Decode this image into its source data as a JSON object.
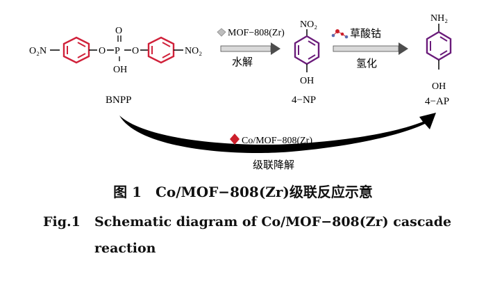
{
  "scheme": {
    "bnpp": {
      "no2_left": "O₂N",
      "o_left": "O",
      "p": "P",
      "o_top": "O",
      "o_right": "O",
      "oh": "OH",
      "no2_right": "NO₂",
      "label": "BNPP"
    },
    "np": {
      "no2": "NO₂",
      "oh": "OH",
      "label": "4−NP"
    },
    "ap": {
      "nh2": "NH₂",
      "oh": "OH",
      "label": "4−AP"
    },
    "step1": {
      "catalyst": "MOF−808(Zr)",
      "process": "水解"
    },
    "step2": {
      "catalyst": "草酸钴",
      "process": "氢化"
    },
    "cascade": {
      "catalyst": "Co/MOF−808(Zr)",
      "process": "级联降解"
    }
  },
  "caption": {
    "zh": "图 1　Co/MOF−808(Zr)级联反应示意",
    "en_label": "Fig.1",
    "en_line1": "Schematic diagram of Co/MOF−808(Zr) cascade",
    "en_line2": "reaction"
  },
  "colors": {
    "bnpp_ring": "#d0213a",
    "product_ring": "#6a1b7a",
    "diamond": "#cc1f2b",
    "arrow": "#4d4d4d",
    "text": "#111111"
  },
  "icons": {
    "mof": "grey-gem-icon",
    "cobalt_oxalate": "molecule-icon",
    "co_mof": "red-diamond-icon"
  }
}
